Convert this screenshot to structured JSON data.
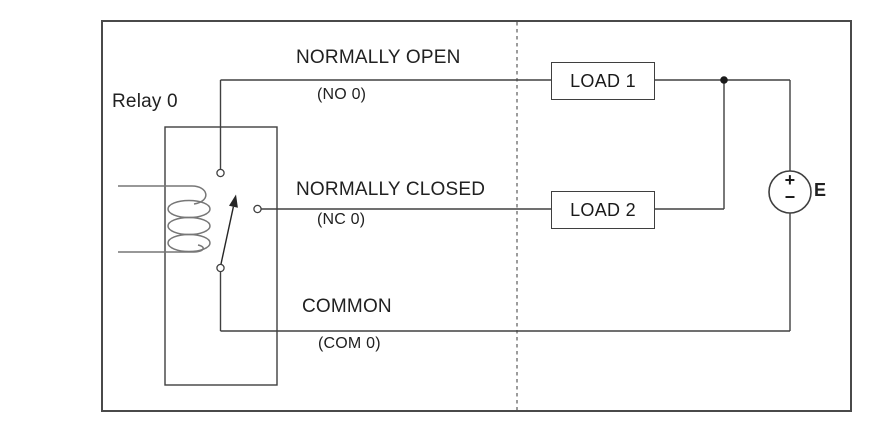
{
  "diagram": {
    "relay": {
      "label": "Relay 0"
    },
    "terminals": {
      "normally_open": {
        "label": "NORMALLY OPEN",
        "pin": "(NO 0)"
      },
      "normally_closed": {
        "label": "NORMALLY CLOSED",
        "pin": "(NC 0)"
      },
      "common": {
        "label": "COMMON",
        "pin": "(COM 0)"
      }
    },
    "loads": [
      {
        "label": "LOAD 1"
      },
      {
        "label": "LOAD 2"
      }
    ],
    "source": {
      "label": "E",
      "plus": "+",
      "minus": "−"
    },
    "colors": {
      "wire": "#404040",
      "coil": "#777777",
      "frame": "#4a4a4a",
      "dashed_divider": "#848484",
      "text": "#212121",
      "background": "#ffffff"
    }
  }
}
